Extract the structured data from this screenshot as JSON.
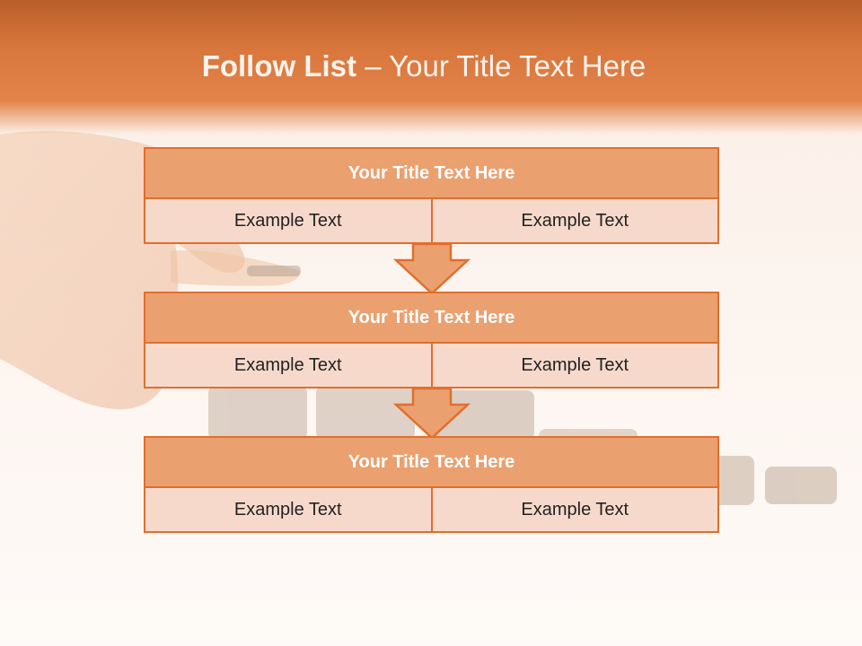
{
  "slide": {
    "title_bold": "Follow List",
    "title_rest": "– Your Title Text Here"
  },
  "blocks": [
    {
      "title": "Your Title Text Here",
      "left": "Example Text",
      "right": "Example Text"
    },
    {
      "title": "Your Title Text Here",
      "left": "Example Text",
      "right": "Example Text"
    },
    {
      "title": "Your Title Text Here",
      "left": "Example Text",
      "right": "Example Text"
    }
  ],
  "colors": {
    "accent": "#e06f2e",
    "header_fill": "#eba070",
    "cell_fill": "#f7d9cc"
  }
}
